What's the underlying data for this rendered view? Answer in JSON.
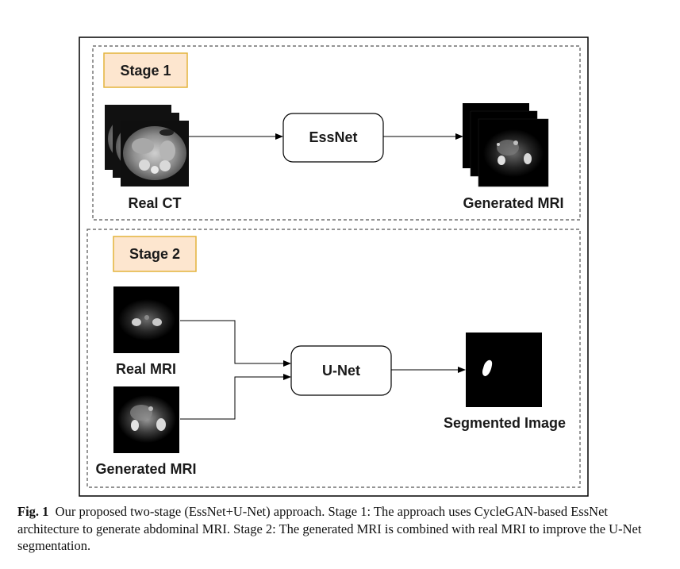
{
  "diagram": {
    "stage1": {
      "label": "Stage 1",
      "input_label": "Real CT",
      "node_label": "EssNet",
      "output_label": "Generated MRI"
    },
    "stage2": {
      "label": "Stage 2",
      "input1_label": "Real MRI",
      "input2_label": "Generated MRI",
      "node_label": "U-Net",
      "output_label": "Segmented Image"
    },
    "colors": {
      "stage_fill": "#fde6cf",
      "stage_border": "#e3b43c",
      "frame": "#000000",
      "dashed": "#555555"
    }
  },
  "caption": {
    "prefix": "Fig. 1",
    "text": "Our proposed two-stage (EssNet+U-Net) approach. Stage 1: The approach uses CycleGAN-based EssNet architecture to generate abdominal MRI. Stage 2: The generated MRI is combined with real MRI to improve the U-Net segmentation."
  }
}
